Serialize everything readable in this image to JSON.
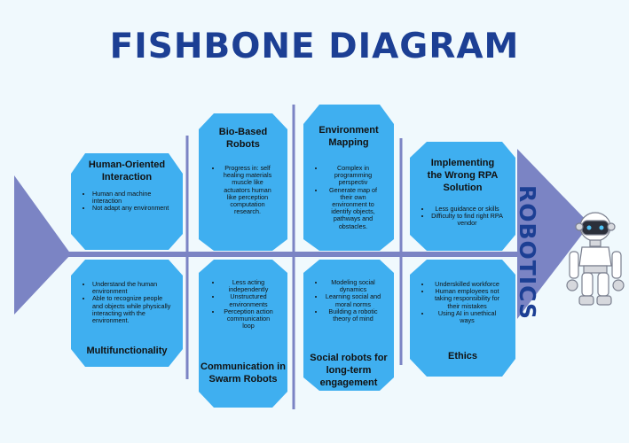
{
  "title": "FISHBONE DIAGRAM",
  "head_label": "ROBOTICS",
  "colors": {
    "title": "#1c3f94",
    "box_fill": "#3faff0",
    "spine": "#7b84c4",
    "background": "#f0f9fd"
  },
  "top_causes": [
    {
      "heading": "Human-Oriented Interaction",
      "items": [
        "Human and machine interaction",
        "Not adapt any environment"
      ]
    },
    {
      "heading": "Bio-Based Robots",
      "items": [
        "Progress in: self healing materials muscle like actuators human like perception computation research."
      ]
    },
    {
      "heading": "Environment Mapping",
      "items": [
        "Complex in programming perspectiv",
        "Generate map of their own environment to identify objects, pathways and obstacles."
      ]
    },
    {
      "heading": "Implementing the Wrong RPA Solution",
      "items": [
        "Less guidance or skills",
        "Difficulty to find right RPA vendor"
      ]
    }
  ],
  "bottom_causes": [
    {
      "heading": "Multifunctionality",
      "items": [
        "Understand the human environment",
        "Able to recognize people and objects while physically interacting with the environment."
      ]
    },
    {
      "heading": "Communication in Swarm Robots",
      "items": [
        "Less acting independently",
        "Unstructured environments",
        "Perception action communication loop"
      ]
    },
    {
      "heading": "Social robots for long-term engagement",
      "items": [
        "Modeling social dynamics",
        "Learning social and moral norms",
        "Building a robotic theory of mind"
      ]
    },
    {
      "heading": "Ethics",
      "items": [
        "Underskilled workforce",
        "Human employees not taking responsibility for their mistakes",
        "Using AI in unethical ways"
      ]
    }
  ]
}
